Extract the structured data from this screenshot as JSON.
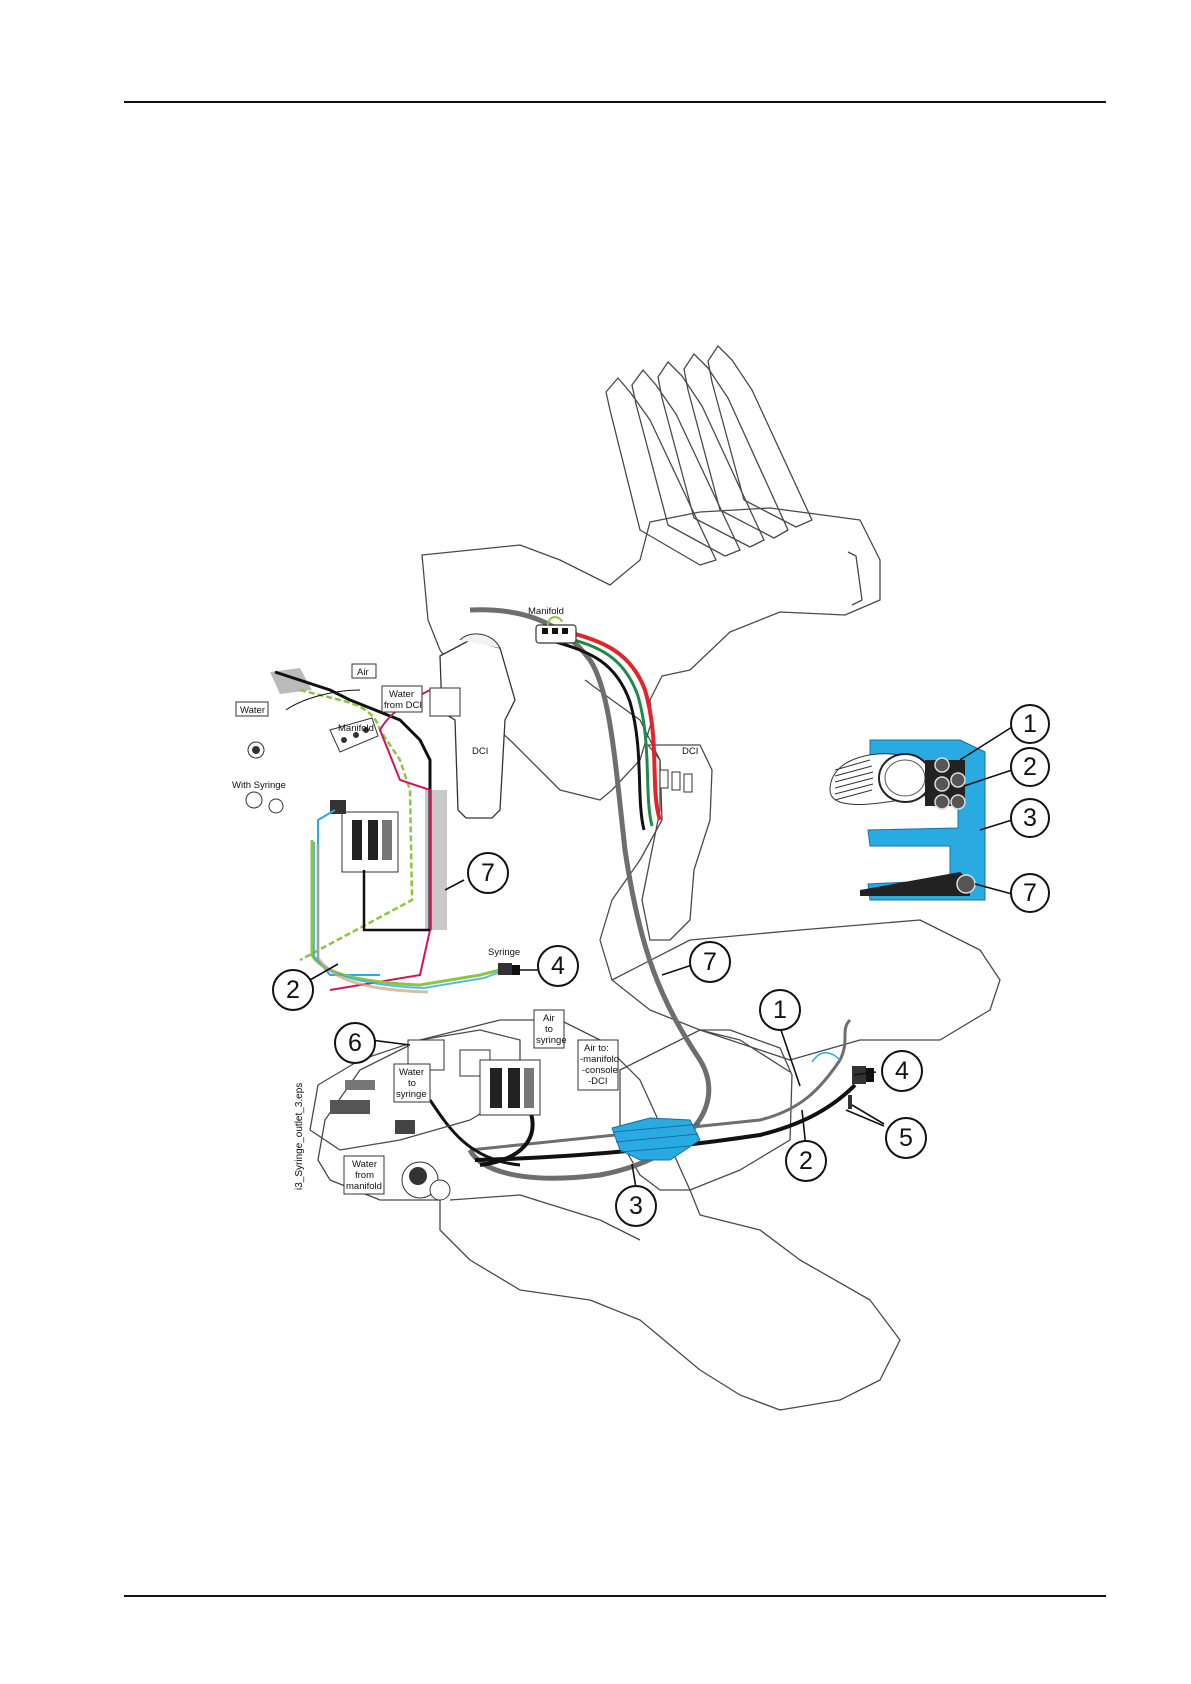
{
  "labels": {
    "air": "Air",
    "water_from_dci": [
      "Water",
      "from DCI"
    ],
    "water": "Water",
    "manifold_top": "Manifold",
    "manifold_panel": "Manifold",
    "with_syringe": "With Syringe",
    "dci_panel": "DCI",
    "dci_unit": "DCI",
    "syringe": "Syringe",
    "air_to_syringe": [
      "Air",
      "to",
      "syringe"
    ],
    "air_to_multi": [
      "Air to:",
      "-manifold",
      "-console",
      "-DCI"
    ],
    "water_to_syringe": [
      "Water",
      "to",
      "syringe"
    ],
    "water_from_manifold": [
      "Water",
      "from",
      "manifold"
    ]
  },
  "file_ref": "i3_Syringe_outlet_3.eps",
  "callouts": [
    {
      "id": "c1-detail",
      "num": "1"
    },
    {
      "id": "c2-detail",
      "num": "2"
    },
    {
      "id": "c3-detail",
      "num": "3"
    },
    {
      "id": "c7-detail",
      "num": "7"
    },
    {
      "id": "c7-panel",
      "num": "7"
    },
    {
      "id": "c2-panel",
      "num": "2"
    },
    {
      "id": "c4-panel",
      "num": "4"
    },
    {
      "id": "c7-main",
      "num": "7"
    },
    {
      "id": "c1-main",
      "num": "1"
    },
    {
      "id": "c6-main",
      "num": "6"
    },
    {
      "id": "c4-main",
      "num": "4"
    },
    {
      "id": "c5-main",
      "num": "5"
    },
    {
      "id": "c2-main",
      "num": "2"
    },
    {
      "id": "c3-main",
      "num": "3"
    }
  ],
  "colors": {
    "air_line": "#111111",
    "water_line": "#8cc63f",
    "water_dci_line": "#d4145a",
    "syringe_line": "#29abe2",
    "conduit": "#6e6e6e",
    "bundle": "#29abe2",
    "hose_red": "#e0262a",
    "hose_green": "#1e8a4a"
  }
}
